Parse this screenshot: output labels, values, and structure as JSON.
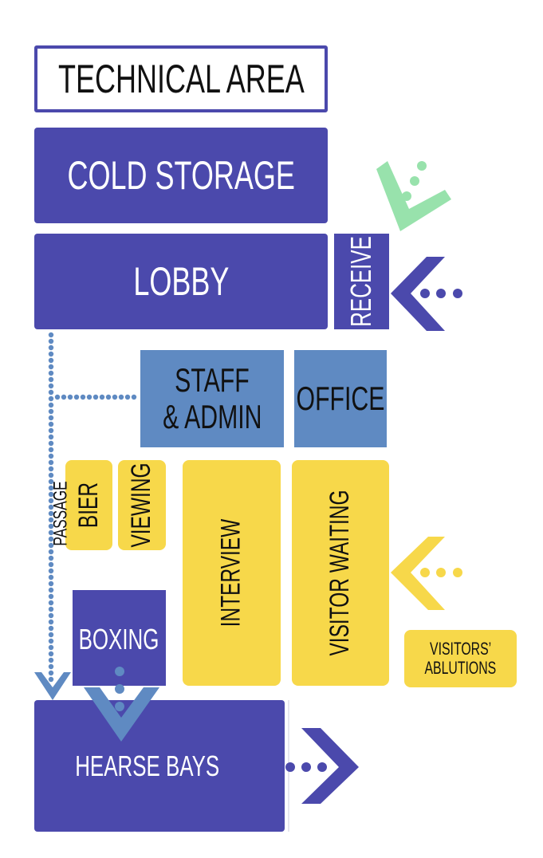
{
  "rooms": {
    "technical_area": "TECHNICAL AREA",
    "cold_storage": "COLD STORAGE",
    "lobby": "LOBBY",
    "receive": "RECEIVE",
    "staff_admin_1": "STAFF",
    "staff_admin_2": "& ADMIN",
    "office": "OFFICE",
    "bier": "BIER",
    "viewing": "VIEWING",
    "interview": "INTERVIEW",
    "visitor_waiting": "VISITOR WAITING",
    "boxing": "BOXING",
    "visitors_ablutions_1": "VISITORS’",
    "visitors_ablutions_2": "ABLUTIONS",
    "hearse_bays": "HEARSE BAYS",
    "passage": "PASSAGE"
  },
  "colors": {
    "purple": "#4b49ac",
    "blue": "#5f8ac2",
    "yellow": "#f7d84a",
    "green": "#98e2ac"
  }
}
